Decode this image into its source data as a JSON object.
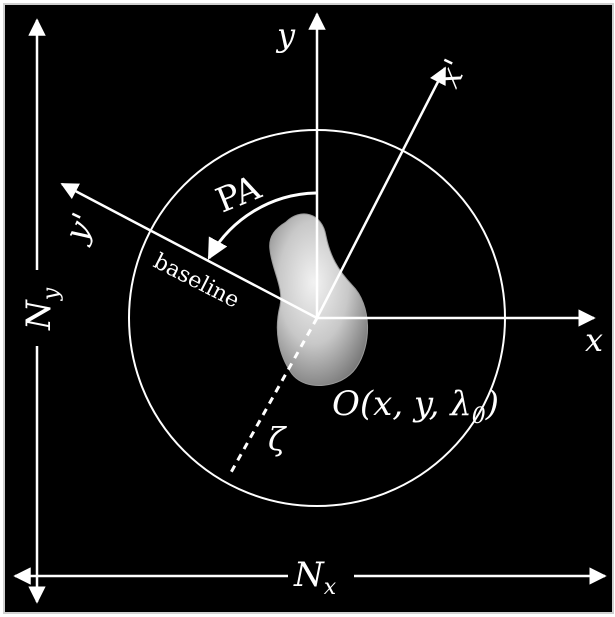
{
  "diagram": {
    "colors": {
      "background": "#000000",
      "frame": "#ffffff",
      "lines": "#ffffff",
      "body": "#d9d9d9"
    },
    "labels": {
      "y_axis": "y",
      "x_axis": "x",
      "x_prime": "x'",
      "y_prime": "y'",
      "position_angle": "PA",
      "baseline": "baseline",
      "zeta": "ζ",
      "origin": "O(x, y, λ",
      "origin_sub": "0",
      "origin_close": ")",
      "n_y": "N",
      "n_y_sub": "y",
      "n_x": "N",
      "n_x_sub": "x"
    }
  }
}
